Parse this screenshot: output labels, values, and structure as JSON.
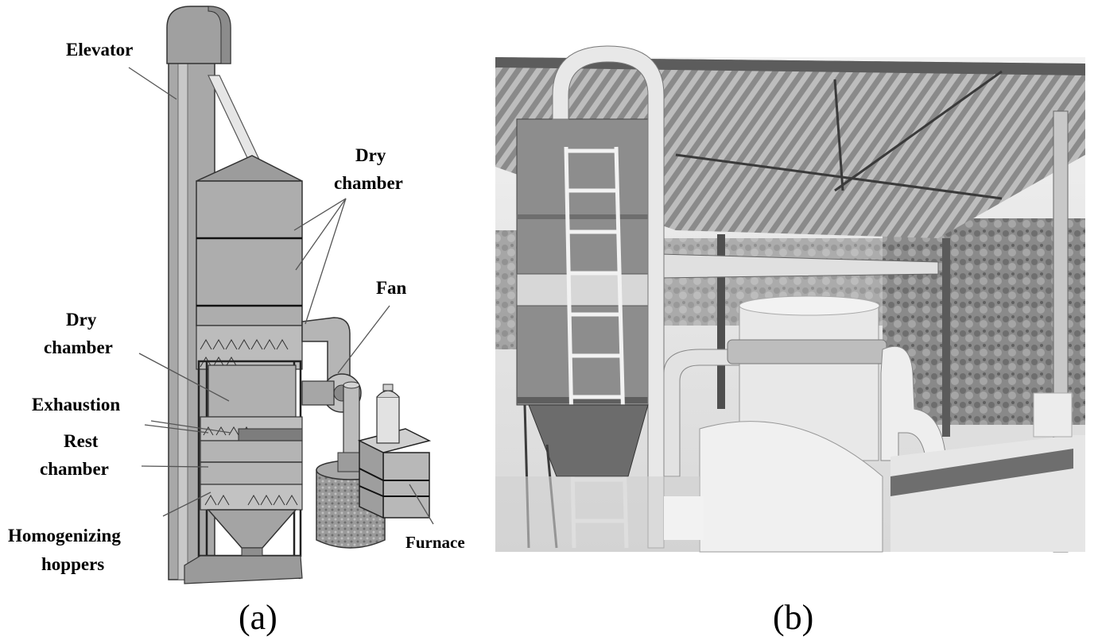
{
  "panel_a": {
    "labels": {
      "elevator": "Elevator",
      "dry_chamber_top_1": "Dry",
      "dry_chamber_top_2": "chamber",
      "fan": "Fan",
      "dry_chamber_left_1": "Dry",
      "dry_chamber_left_2": "chamber",
      "exhaustion": "Exhaustion",
      "rest_chamber_1": "Rest",
      "rest_chamber_2": "chamber",
      "homogenizing_1": "Homogenizing",
      "homogenizing_2": "hoppers",
      "furnace": "Furnace"
    },
    "caption": "(a)"
  },
  "panel_b": {
    "caption": "(b)"
  }
}
